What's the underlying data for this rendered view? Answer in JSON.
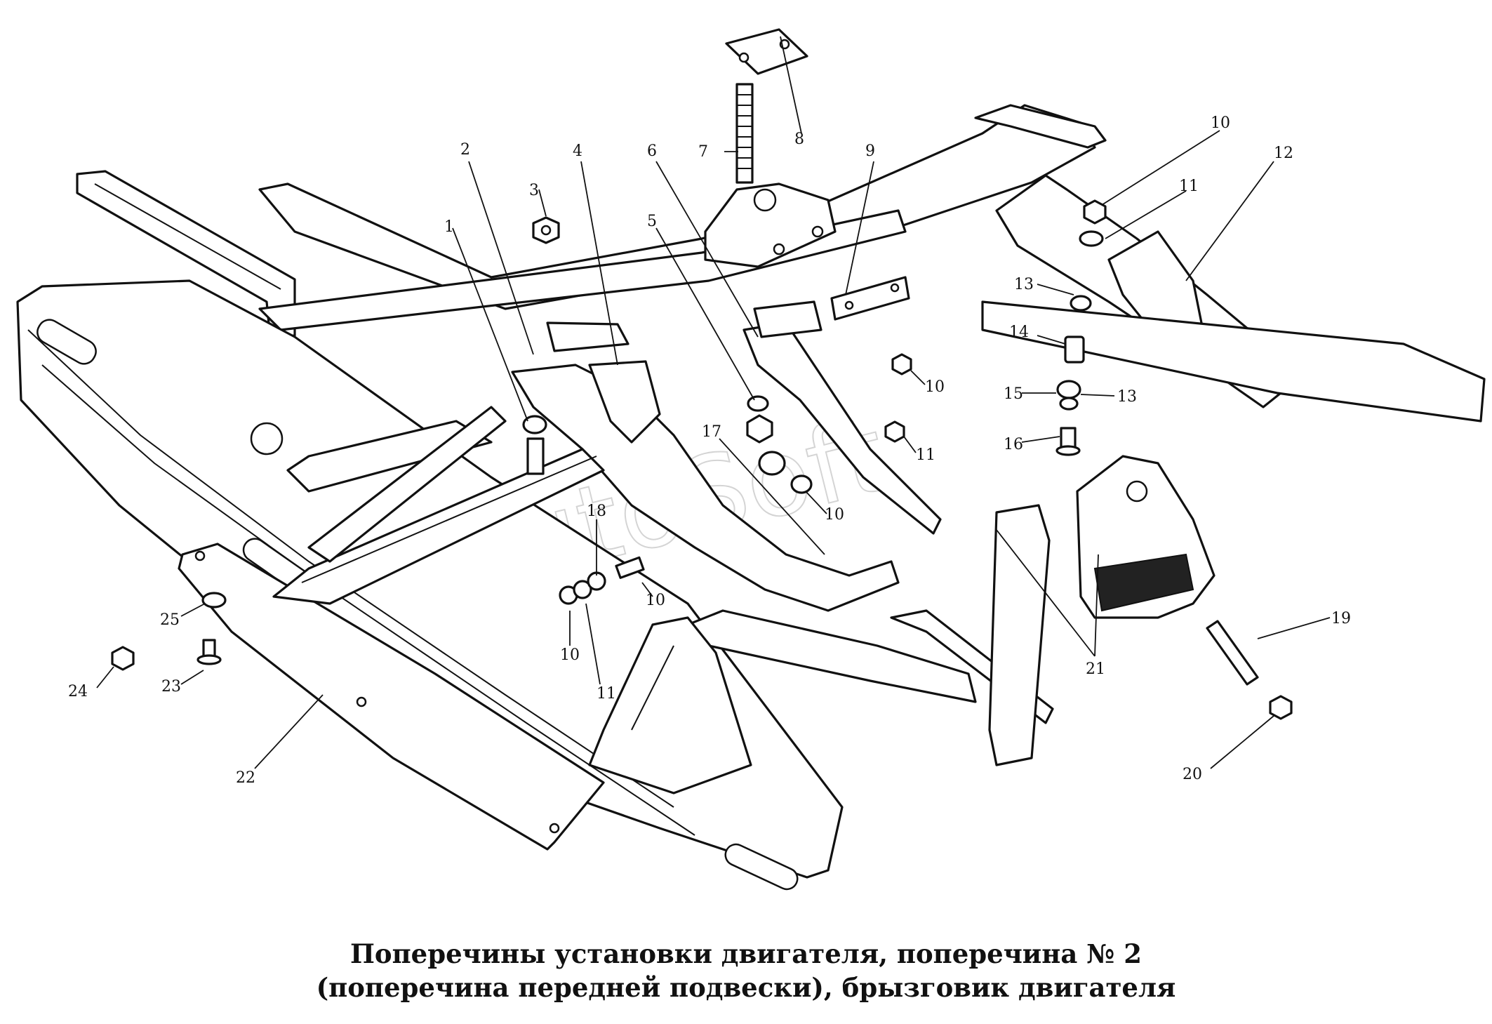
{
  "caption": {
    "line1": "Поперечины установки двигателя, поперечина № 2",
    "line2": "(поперечина передней подвески), брызговик двигателя"
  },
  "watermark": "AutoSoft",
  "callouts": [
    {
      "id": "c1",
      "text": "1"
    },
    {
      "id": "c2",
      "text": "2"
    },
    {
      "id": "c3",
      "text": "3"
    },
    {
      "id": "c4",
      "text": "4"
    },
    {
      "id": "c5",
      "text": "5"
    },
    {
      "id": "c6",
      "text": "6"
    },
    {
      "id": "c7",
      "text": "7"
    },
    {
      "id": "c8",
      "text": "8"
    },
    {
      "id": "c9",
      "text": "9"
    },
    {
      "id": "c10a",
      "text": "10"
    },
    {
      "id": "c10b",
      "text": "10"
    },
    {
      "id": "c10c",
      "text": "10"
    },
    {
      "id": "c10d",
      "text": "10"
    },
    {
      "id": "c10e",
      "text": "10"
    },
    {
      "id": "c11a",
      "text": "11"
    },
    {
      "id": "c11b",
      "text": "11"
    },
    {
      "id": "c11c",
      "text": "11"
    },
    {
      "id": "c12",
      "text": "12"
    },
    {
      "id": "c13a",
      "text": "13"
    },
    {
      "id": "c13b",
      "text": "13"
    },
    {
      "id": "c14",
      "text": "14"
    },
    {
      "id": "c15",
      "text": "15"
    },
    {
      "id": "c16",
      "text": "16"
    },
    {
      "id": "c17",
      "text": "17"
    },
    {
      "id": "c18",
      "text": "18"
    },
    {
      "id": "c19",
      "text": "19"
    },
    {
      "id": "c20",
      "text": "20"
    },
    {
      "id": "c21",
      "text": "21"
    },
    {
      "id": "c22",
      "text": "22"
    },
    {
      "id": "c23",
      "text": "23"
    },
    {
      "id": "c24",
      "text": "24"
    },
    {
      "id": "c25",
      "text": "25"
    }
  ]
}
